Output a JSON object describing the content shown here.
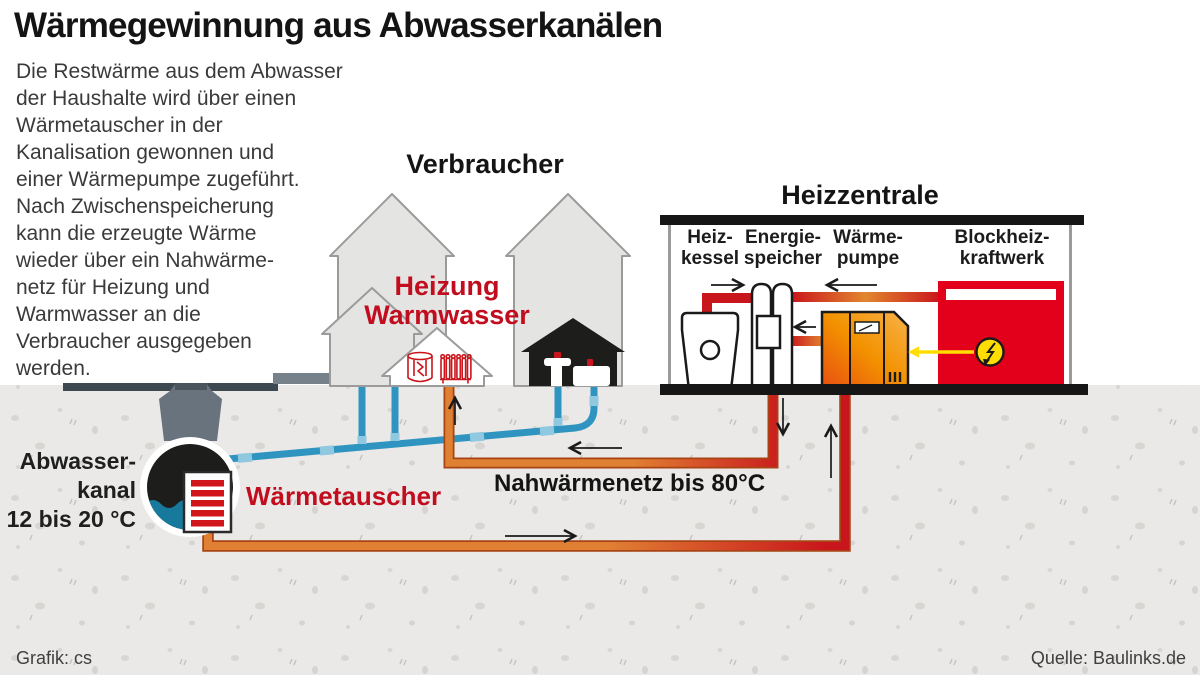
{
  "title": "Wärmegewinnung aus Abwasserkanälen",
  "intro": "Die Restwärme aus dem Abwasser\nder Haushalte wird über einen\nWärmetauscher in der\nKanalisation gewonnen und\neiner Wärmepumpe zugeführt.\nNach Zwischenspeicherung\nkann die erzeugte Wärme\nwieder über ein Nahwärme-\nnetz für Heizung und\nWarmwasser an die\nVerbraucher ausgegeben\nwerden.",
  "labels": {
    "consumers": "Verbraucher",
    "heat_plant": "Heizzentrale",
    "boiler": "Heiz-\nkessel",
    "storage": "Energie-\nspeicher",
    "heat_pump": "Wärme-\npumpe",
    "chp": "Blockheiz-\nkraftwerk",
    "heating_hot_water": "Heizung\nWarmwasser",
    "sewer": "Abwasser-\nkanal\n12 bis 20 °C",
    "heat_exchanger": "Wärmetauscher",
    "district_network": "Nahwärmenetz bis 80°C"
  },
  "credits": {
    "graphic": "Grafik: cs",
    "source": "Quelle: Baulinks.de"
  },
  "colors": {
    "accent_red": "#c20d1e",
    "chp_red": "#e2001a",
    "pipe_red": "#c9161c",
    "pipe_orange": "#e08033",
    "pipe_blue": "#2f95c0",
    "coupling_blue": "#8fc8df",
    "water_blue": "#177a9c",
    "electric_yellow": "#ffdd00",
    "ground_gray": "#eae9e7",
    "house_gray": "#e4e4e3",
    "street_gray": "#3e4850"
  }
}
